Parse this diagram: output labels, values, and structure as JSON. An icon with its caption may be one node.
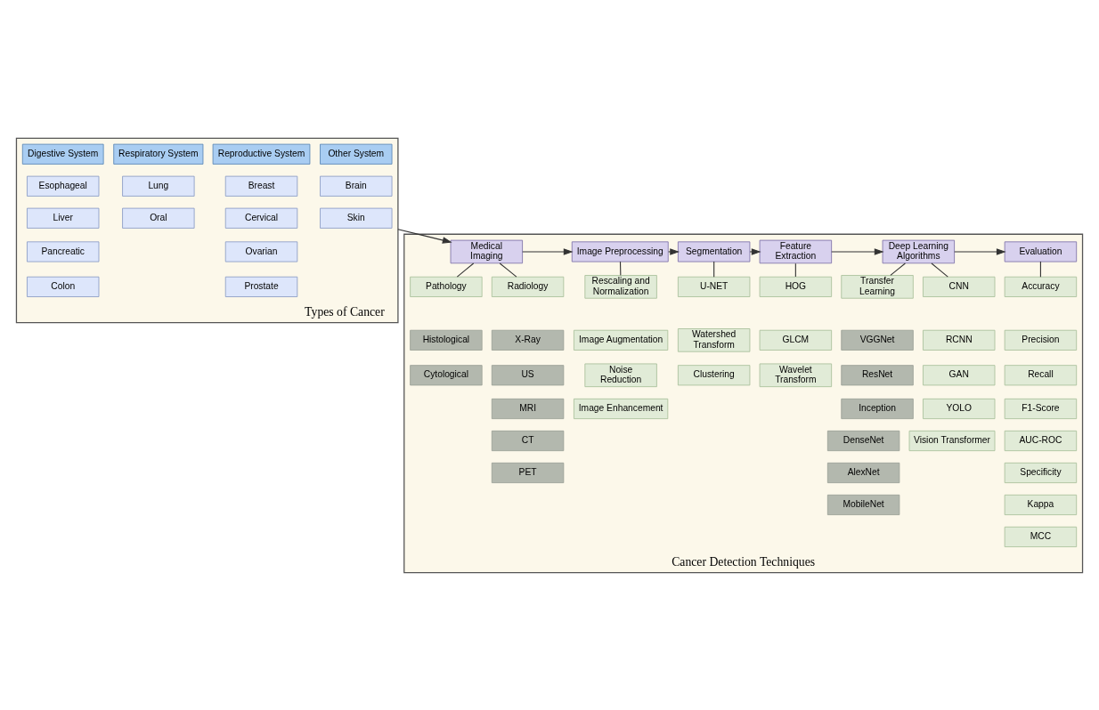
{
  "diagram": {
    "nodes": [
      {
        "text": [
          "Types of Cancer"
        ]
      },
      {
        "text": [
          "Reproductive System"
        ],
        "in": 0
      },
      {
        "text": [
          "Breast"
        ],
        "in": 0
      },
      {
        "text": [
          "Cervical"
        ],
        "in": 0
      },
      {
        "text": [
          "Ovarian"
        ],
        "in": 0
      },
      {
        "text": [
          "Prostate"
        ],
        "in": 0
      },
      {
        "text": [
          "Digestive System"
        ],
        "in": 0
      },
      {
        "text": [
          "Esophageal"
        ],
        "in": 0
      },
      {
        "text": [
          "Liver"
        ],
        "in": 0
      },
      {
        "text": [
          "Pancreatic"
        ],
        "in": 0
      },
      {
        "text": [
          "Colon"
        ],
        "in": 0
      },
      {
        "text": [
          "Respiratory System"
        ],
        "in": 0
      },
      {
        "text": [
          "Lung"
        ],
        "in": 0
      },
      {
        "text": [
          "Oral"
        ],
        "in": 0
      },
      {
        "text": [
          "Other System"
        ],
        "in": 0
      },
      {
        "text": [
          "Brain"
        ],
        "in": 0
      },
      {
        "text": [
          "Skin"
        ],
        "in": 0
      },
      {
        "text": [
          "Cancer Detection Techniques"
        ]
      },
      {
        "text": [
          "Medical Imaging"
        ],
        "in": 17
      },
      {
        "text": [
          "Pathology"
        ],
        "in": 17
      },
      {
        "text": [
          "Histological"
        ],
        "in": 17
      },
      {
        "text": [
          "Cytological"
        ],
        "in": 17
      },
      {
        "text": [
          "Radiology"
        ],
        "in": 17
      },
      {
        "text": [
          "X-Ray"
        ],
        "in": 17
      },
      {
        "text": [
          "US"
        ],
        "in": 17
      },
      {
        "text": [
          "MRI"
        ],
        "in": 17
      },
      {
        "text": [
          "CT"
        ],
        "in": 17
      },
      {
        "text": [
          "PET"
        ],
        "in": 17
      },
      {
        "text": [
          "Image Preprocessing"
        ],
        "in": 17
      },
      {
        "text": [
          "Rescaling and Normalization"
        ],
        "in": 17
      },
      {
        "text": [
          "Image Augmentation"
        ],
        "in": 17
      },
      {
        "text": [
          "Noise Reduction"
        ],
        "in": 17
      },
      {
        "text": [
          "Image Enhancement"
        ],
        "in": 17
      },
      {
        "text": [
          "Segmentation"
        ],
        "in": 17
      },
      {
        "text": [
          "U-NET"
        ],
        "in": 17
      },
      {
        "text": [
          "Watershed Transform"
        ],
        "in": 17
      },
      {
        "text": [
          "Clustering"
        ],
        "in": 17
      },
      {
        "text": [
          "Feature Extraction"
        ],
        "in": 17
      },
      {
        "text": [
          "HOG"
        ],
        "in": 17
      },
      {
        "text": [
          "GLCM"
        ],
        "in": 17
      },
      {
        "text": [
          "Wavelet Transform"
        ],
        "in": 17
      },
      {
        "text": [
          "Deep Learning Algorithms"
        ],
        "in": 17
      },
      {
        "text": [
          "CNN"
        ],
        "in": 17
      },
      {
        "text": [
          "RCNN"
        ],
        "in": 17
      },
      {
        "text": [
          "GAN"
        ],
        "in": 17
      },
      {
        "text": [
          "YOLO"
        ],
        "in": 17
      },
      {
        "text": [
          "Vision Transformer"
        ],
        "in": 17
      },
      {
        "text": [
          "Transfer Learning"
        ],
        "in": 17
      },
      {
        "text": [
          "VGGNet"
        ],
        "in": 17
      },
      {
        "text": [
          "ResNet"
        ],
        "in": 17
      },
      {
        "text": [
          "Inception"
        ],
        "in": 17
      },
      {
        "text": [
          "DenseNet"
        ],
        "in": 17
      },
      {
        "text": [
          "AlexNet"
        ],
        "in": 17
      },
      {
        "text": [
          "MobileNet"
        ],
        "in": 17
      },
      {
        "text": [
          "Evaluation"
        ],
        "in": 17
      },
      {
        "text": [
          "Accuracy"
        ],
        "in": 17
      },
      {
        "text": [
          "Precision"
        ],
        "in": 17
      },
      {
        "text": [
          "Recall"
        ],
        "in": 17
      },
      {
        "text": [
          "F1-Score"
        ],
        "in": 17
      },
      {
        "text": [
          "AUC-ROC"
        ],
        "in": 17
      },
      {
        "text": [
          "Specificity"
        ],
        "in": 17
      },
      {
        "text": [
          "Kappa"
        ],
        "in": 17
      },
      {
        "text": [
          "MCC"
        ],
        "in": 17
      }
    ],
    "edges": [
      {
        "from": 0,
        "to": 18,
        "arrow": "to"
      },
      {
        "from": 18,
        "to": 28,
        "arrow": "to"
      },
      {
        "from": 28,
        "to": 33,
        "arrow": "to"
      },
      {
        "from": 33,
        "to": 37,
        "arrow": "to"
      },
      {
        "from": 37,
        "to": 41,
        "arrow": "to"
      },
      {
        "from": 41,
        "to": 54,
        "arrow": "to"
      },
      {
        "from": 18,
        "to": 19,
        "arrow": "none"
      },
      {
        "from": 18,
        "to": 22,
        "arrow": "none"
      },
      {
        "from": 28,
        "to": 29,
        "arrow": "none"
      },
      {
        "from": 33,
        "to": 34,
        "arrow": "none"
      },
      {
        "from": 37,
        "to": 38,
        "arrow": "none"
      },
      {
        "from": 41,
        "to": 42,
        "arrow": "none"
      },
      {
        "from": 41,
        "to": 47,
        "arrow": "none"
      },
      {
        "from": 54,
        "to": 55,
        "arrow": "none"
      }
    ]
  }
}
